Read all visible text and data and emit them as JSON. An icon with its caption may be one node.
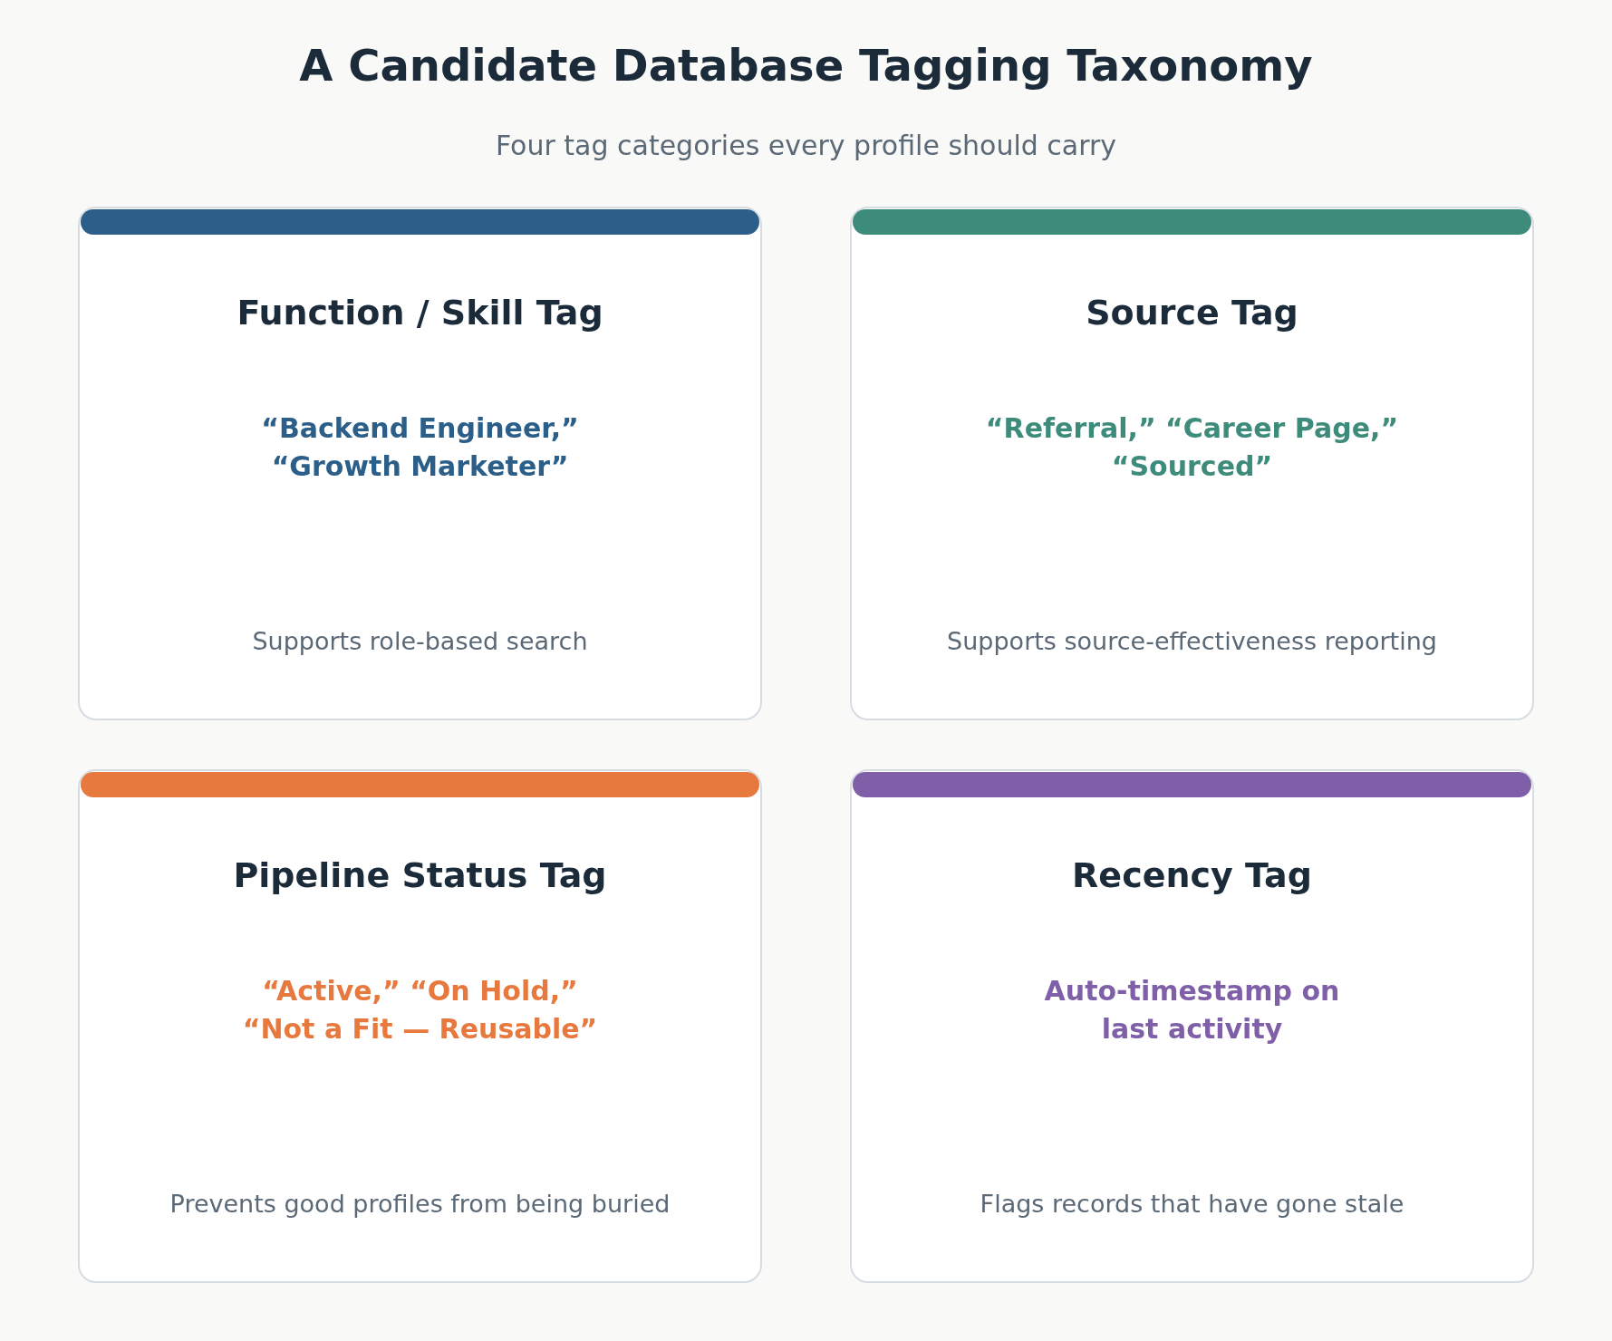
{
  "diagram": {
    "title": "A Candidate Database Tagging Taxonomy",
    "nodes": [
      {
        "text": [
          "Function / Skill Tag",
          "“Backend Engineer,” “Growth Marketer”",
          "Supports role-based search"
        ]
      },
      {
        "text": [
          "Source Tag",
          "“Referral,” “Career Page,” “Sourced”",
          "Supports source-effectiveness reporting"
        ]
      },
      {
        "text": [
          "Pipeline Status Tag",
          "“Active,” “On Hold,” “Not a Fit — Reusable”",
          "Prevents good profiles from being buried"
        ]
      },
      {
        "text": [
          "Recency Tag",
          "Auto-timestamp on last activity",
          "Flags records that have gone stale"
        ]
      }
    ],
    "labels": [
      "Four tag categories every profile should carry"
    ]
  }
}
